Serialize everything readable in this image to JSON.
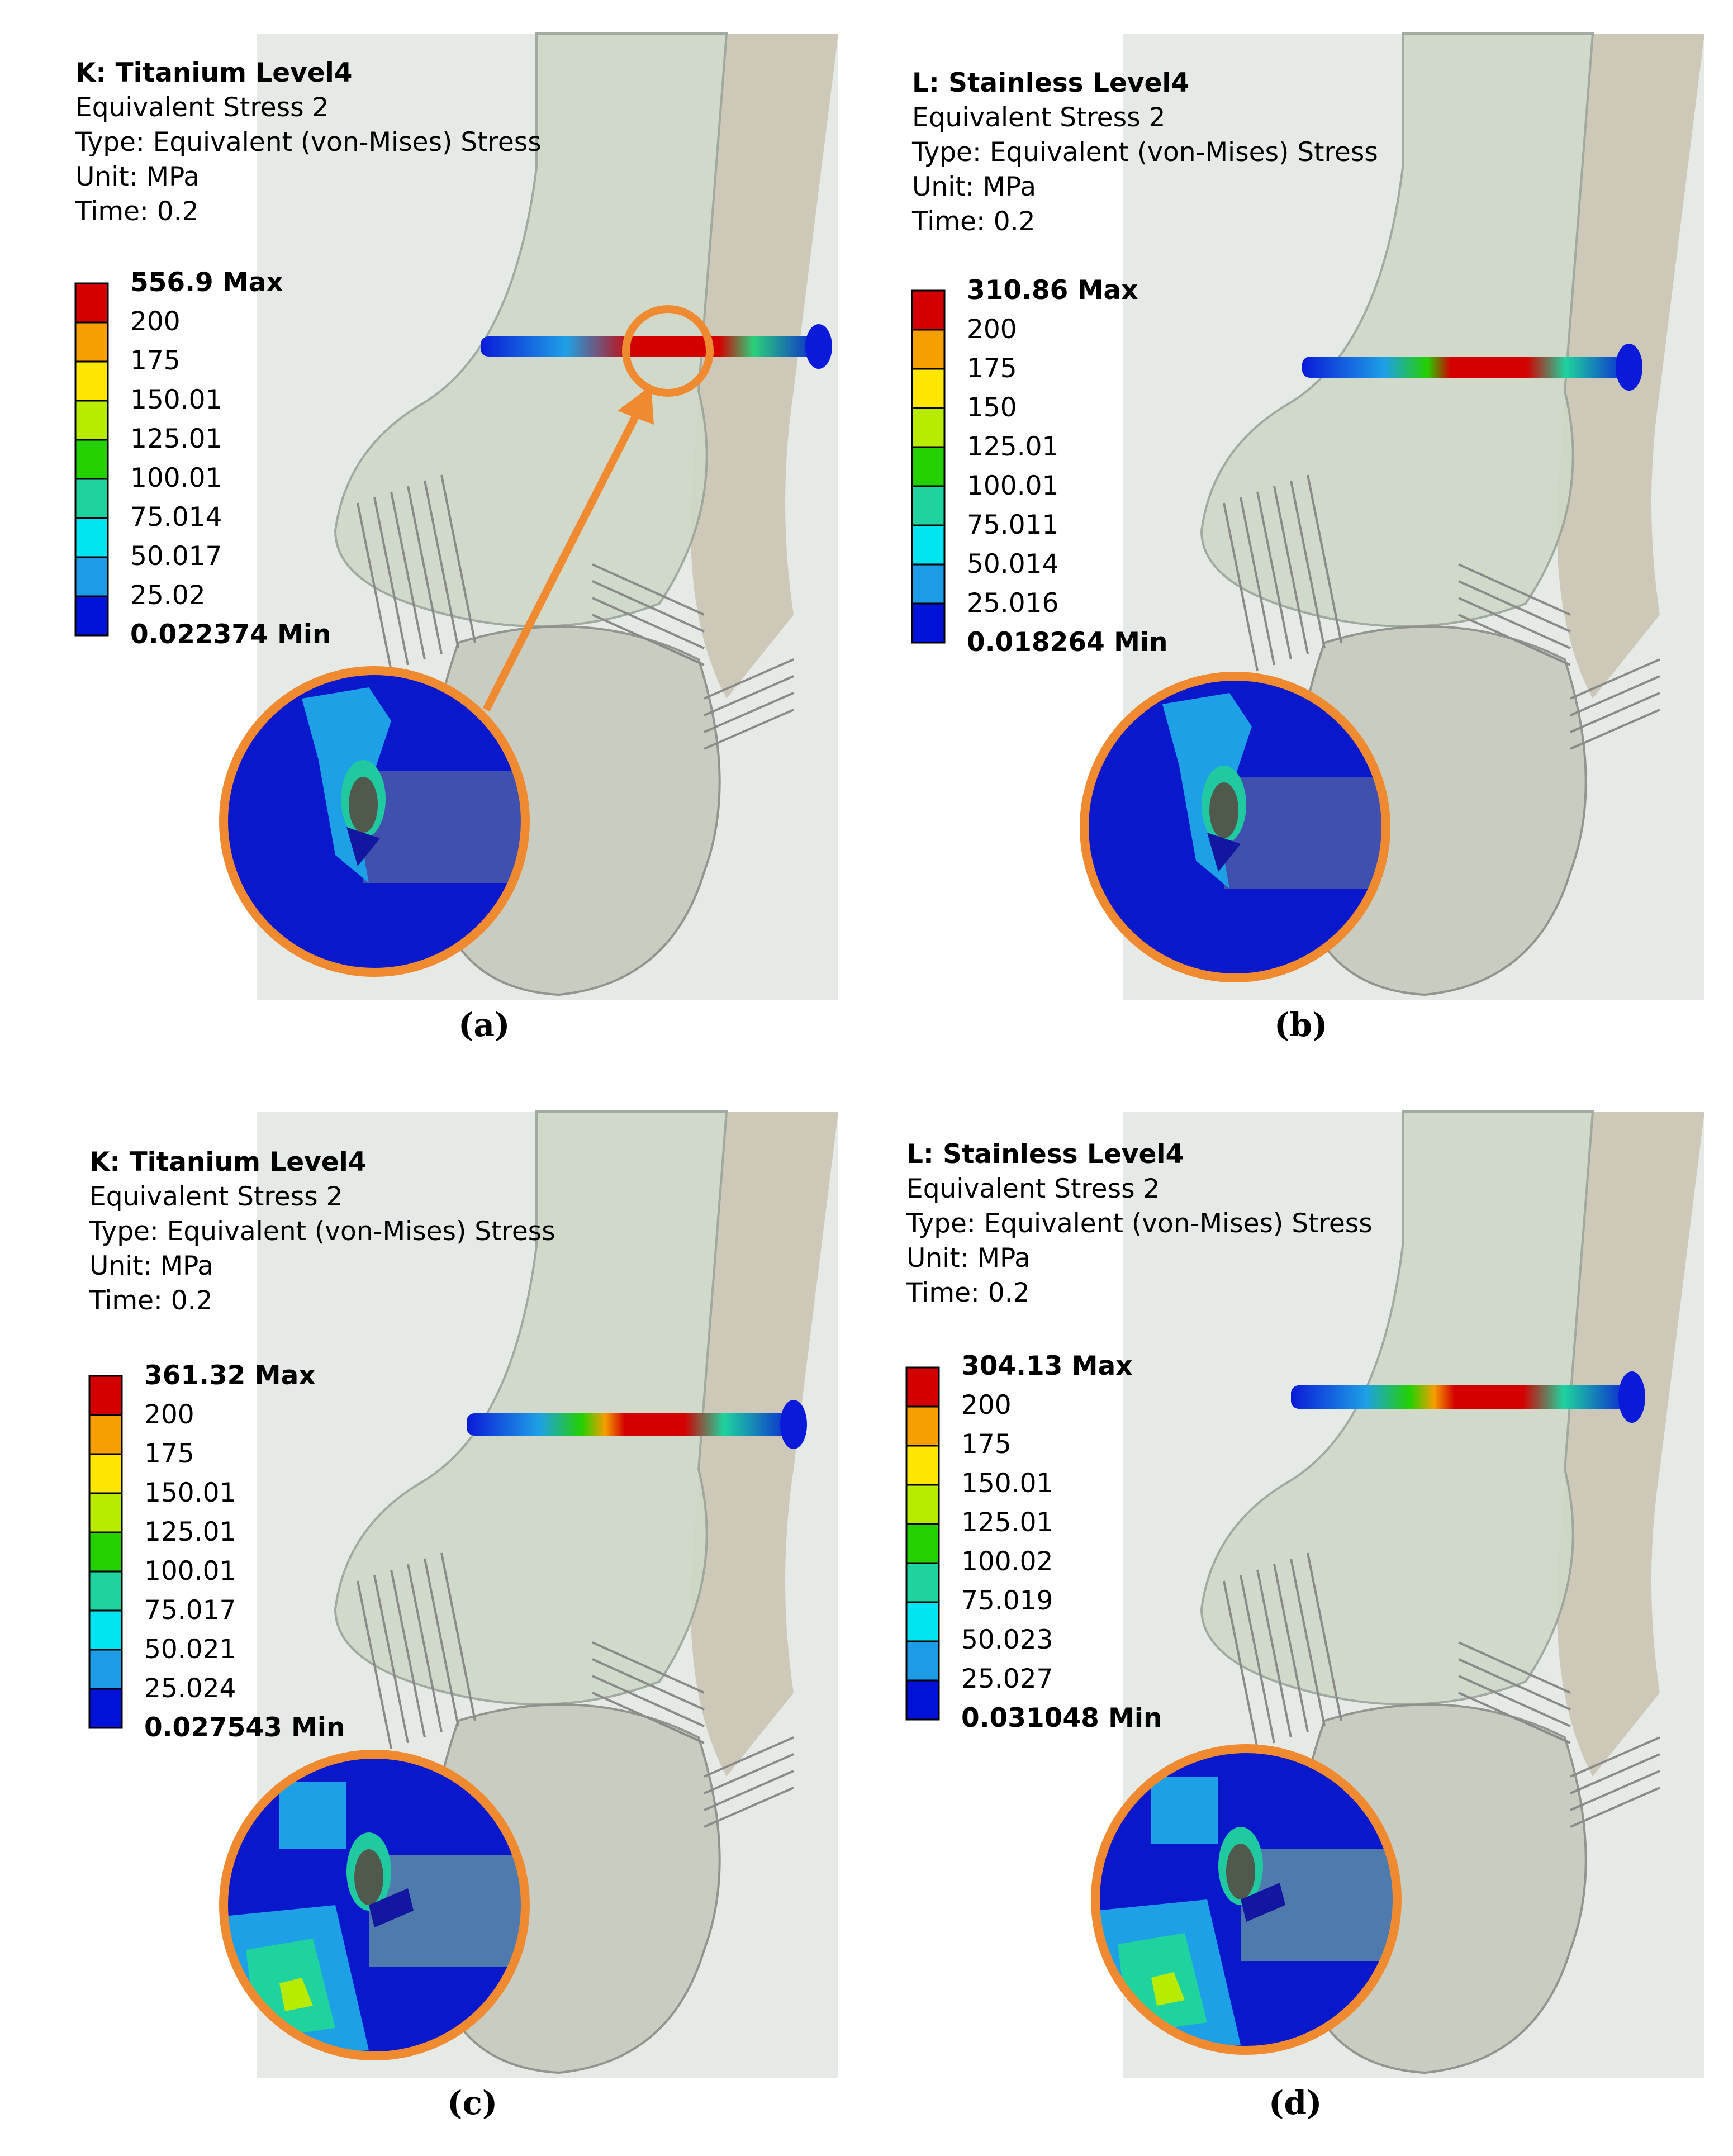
{
  "panels": [
    {
      "id": "a",
      "title": "K: Titanium Level4",
      "result": "Equivalent Stress 2",
      "type": "Type: Equivalent (von-Mises) Stress",
      "unit": "Unit: MPa",
      "time": "Time: 0.2",
      "legend": [
        "556.9 Max",
        "200",
        "175",
        "150.01",
        "125.01",
        "100.01",
        "75.014",
        "50.017",
        "25.02",
        "0.022374 Min"
      ],
      "caption": "(a)"
    },
    {
      "id": "b",
      "title": "L: Stainless Level4",
      "result": "Equivalent Stress 2",
      "type": "Type: Equivalent (von-Mises) Stress",
      "unit": "Unit: MPa",
      "time": "Time: 0.2",
      "legend": [
        "310.86 Max",
        "200",
        "175",
        "150",
        "125.01",
        "100.01",
        "75.011",
        "50.014",
        "25.016",
        "0.018264 Min"
      ],
      "caption": "(b)"
    },
    {
      "id": "c",
      "title": "K: Titanium Level4",
      "result": "Equivalent Stress 2",
      "type": "Type: Equivalent (von-Mises) Stress",
      "unit": "Unit: MPa",
      "time": "Time: 0.2",
      "legend": [
        "361.32 Max",
        "200",
        "175",
        "150.01",
        "125.01",
        "100.01",
        "75.017",
        "50.021",
        "25.024",
        "0.027543 Min"
      ],
      "caption": "(c)"
    },
    {
      "id": "d",
      "title": "L: Stainless Level4",
      "result": "Equivalent Stress 2",
      "type": "Type: Equivalent (von-Mises) Stress",
      "unit": "Unit: MPa",
      "time": "Time: 0.2",
      "legend": [
        "304.13 Max",
        "200",
        "175",
        "150.01",
        "125.01",
        "100.02",
        "75.019",
        "50.023",
        "25.027",
        "0.031048 Min"
      ],
      "caption": "(d)"
    }
  ],
  "colors": {
    "legend_scale": [
      "#d40000",
      "#f59f00",
      "#ffe600",
      "#b7ec00",
      "#25d000",
      "#1ed39e",
      "#00e5f0",
      "#1e9be6",
      "#0012d8"
    ],
    "highlight": "#f08a30",
    "bone_fill": "#cfd9c8",
    "fibula_fill": "#c6bca8",
    "ligament": "#8a8a8a"
  }
}
